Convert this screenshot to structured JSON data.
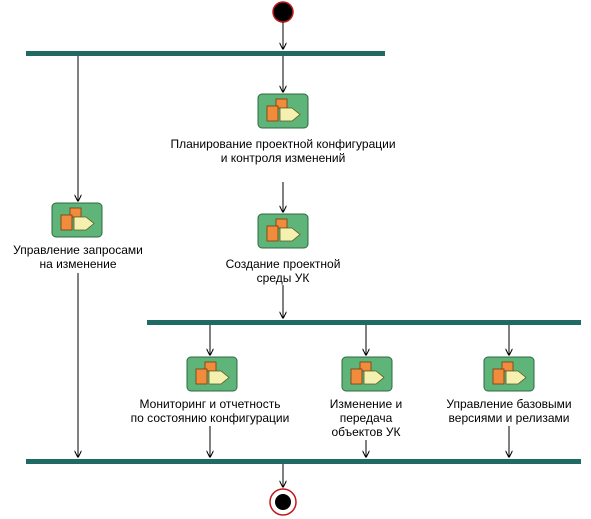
{
  "colors": {
    "bar": "#1f6b63",
    "arrow": "#000000",
    "icon_bg": "#5fb47a",
    "icon_border": "#2e6a3f",
    "icon_orange": "#f08c3c",
    "icon_yellow": "#f4f0b0"
  },
  "activities": [
    {
      "id": "planning",
      "lines": [
        "Планирование проектной конфигурации",
        "и контроля изменений"
      ]
    },
    {
      "id": "create-env",
      "lines": [
        "Создание проектной",
        "среды УК"
      ]
    },
    {
      "id": "requests",
      "lines": [
        "Управление запросами",
        "на изменение"
      ]
    },
    {
      "id": "monitoring",
      "lines": [
        "Мониторинг и отчетность",
        "по состоянию конфигурации"
      ]
    },
    {
      "id": "change",
      "lines": [
        "Изменение и",
        "передача",
        "объектов УК"
      ]
    },
    {
      "id": "baselines",
      "lines": [
        "Управление базовыми",
        "версиями и релизами"
      ]
    }
  ]
}
